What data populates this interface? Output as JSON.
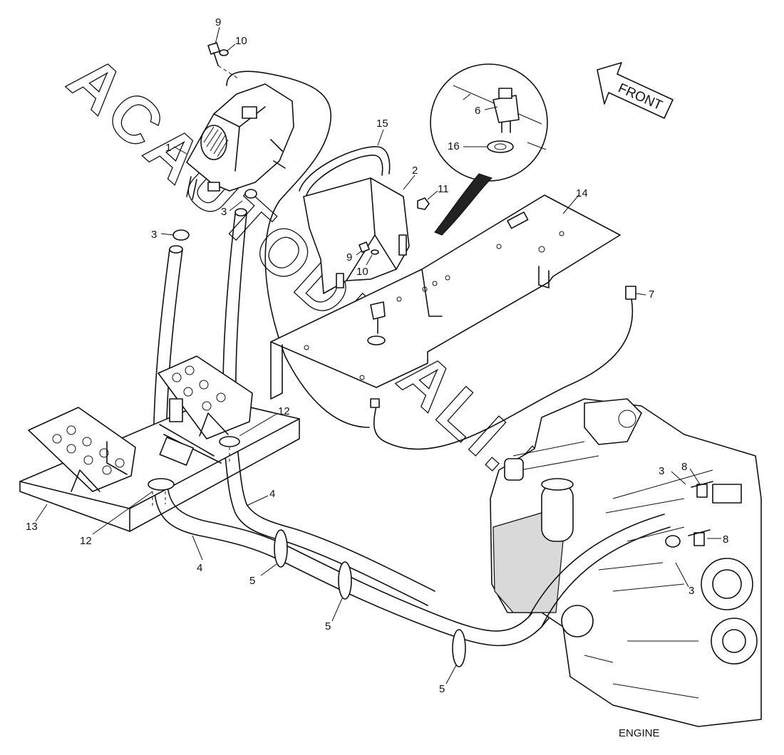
{
  "watermark": {
    "text": "ACAUTODETALI.RU"
  },
  "front_arrow": {
    "label": "FRONT"
  },
  "caption": {
    "engine": "ENGINE"
  },
  "callouts": [
    {
      "id": "c-9-top",
      "text": "9"
    },
    {
      "id": "c-10-top",
      "text": "10"
    },
    {
      "id": "c-1",
      "text": "1"
    },
    {
      "id": "c-3-a",
      "text": "3"
    },
    {
      "id": "c-3-b",
      "text": "3"
    },
    {
      "id": "c-15",
      "text": "15"
    },
    {
      "id": "c-2",
      "text": "2"
    },
    {
      "id": "c-11",
      "text": "11"
    },
    {
      "id": "c-6",
      "text": "6"
    },
    {
      "id": "c-16",
      "text": "16"
    },
    {
      "id": "c-14",
      "text": "14"
    },
    {
      "id": "c-9-mid",
      "text": "9"
    },
    {
      "id": "c-10-mid",
      "text": "10"
    },
    {
      "id": "c-7",
      "text": "7"
    },
    {
      "id": "c-12-a",
      "text": "12"
    },
    {
      "id": "c-12-b",
      "text": "12"
    },
    {
      "id": "c-13",
      "text": "13"
    },
    {
      "id": "c-4-a",
      "text": "4"
    },
    {
      "id": "c-4-b",
      "text": "4"
    },
    {
      "id": "c-5-a",
      "text": "5"
    },
    {
      "id": "c-5-b",
      "text": "5"
    },
    {
      "id": "c-5-c",
      "text": "5"
    },
    {
      "id": "c-3-c",
      "text": "3"
    },
    {
      "id": "c-8-a",
      "text": "8"
    },
    {
      "id": "c-8-b",
      "text": "8"
    },
    {
      "id": "c-3-d",
      "text": "3"
    }
  ]
}
